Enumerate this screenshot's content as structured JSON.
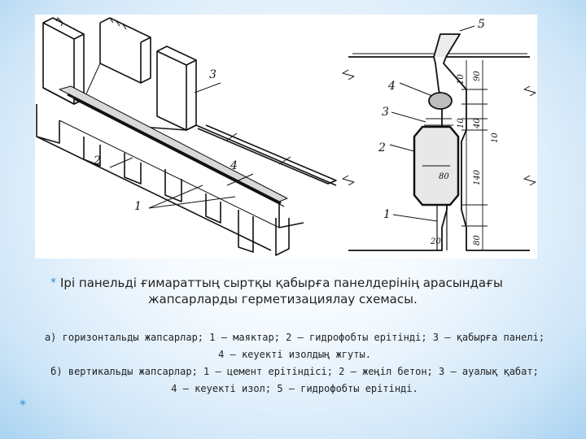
{
  "figure": {
    "left_labels": [
      "3",
      "2",
      "4",
      "1"
    ],
    "right_labels": [
      "5",
      "4",
      "3",
      "2",
      "1"
    ],
    "dimensions": [
      "10",
      "90",
      "40",
      "10",
      "10",
      "140",
      "80",
      "20",
      "80"
    ]
  },
  "title": {
    "line1": "Ірі панельді ғимараттың сыртқы қабырға панелдерінің арасындағы",
    "line2": "жапсарларды герметизациялау схемасы."
  },
  "caption": {
    "line1": "а) горизонтальды жапсарлар; 1 – маяктар; 2 – гидрофобты ерітінді; 3 – қабырға панелі;",
    "line2": "4 – кеуекті изолдың жгуты.",
    "line3": "б) вертикальды жапсарлар; 1 – цемент ерітіндісі; 2 – жеңіл бетон; 3 – ауалық қабат;",
    "line4": "4 – кеуекті изол; 5 – гидрофобты ерітінді."
  },
  "colors": {
    "accent": "#2f8fd3"
  }
}
